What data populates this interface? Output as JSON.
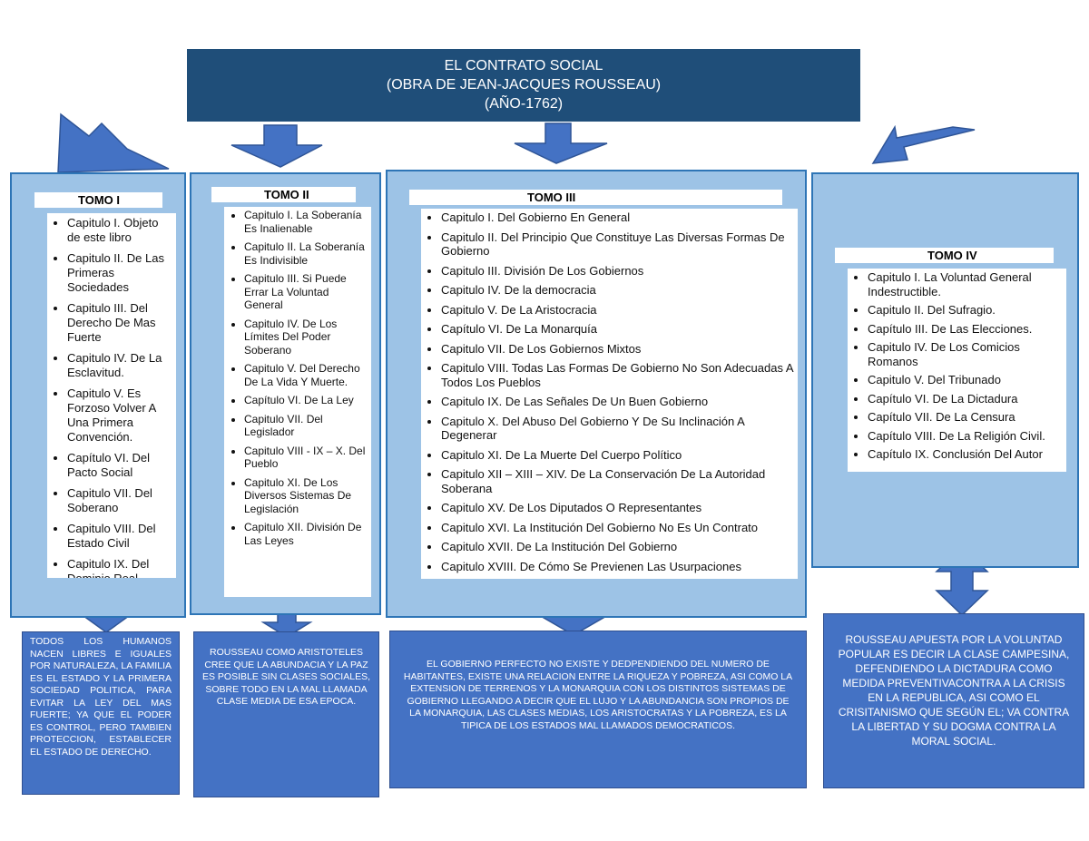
{
  "title": {
    "lines": [
      "EL CONTRATO SOCIAL",
      "(OBRA DE JEAN-JACQUES ROUSSEAU)",
      "(AÑO-1762)"
    ]
  },
  "tomos": [
    {
      "label": "TOMO I",
      "items": [
        "Capitulo I. Objeto de este libro",
        "Capitulo II. De Las Primeras Sociedades",
        "Capitulo III. Del Derecho De Mas Fuerte",
        "Capitulo IV. De La Esclavitud.",
        "Capitulo V. Es Forzoso Volver A Una Primera Convención.",
        "Capítulo VI. Del Pacto Social",
        "Capitulo VII. Del Soberano",
        "Capitulo VIII. Del Estado Civil",
        "Capitulo IX. Del Dominio Real"
      ]
    },
    {
      "label": "TOMO II",
      "items": [
        "Capitulo I. La Soberanía Es Inalienable",
        "Capitulo II. La Soberanía Es Indivisible",
        "Capitulo III. Si Puede Errar La Voluntad General",
        "Capitulo IV. De Los Límites Del Poder Soberano",
        "Capitulo V. Del Derecho De La Vida Y Muerte.",
        "Capítulo VI. De La Ley",
        "Capitulo VII. Del Legislador",
        "Capitulo VIII - IX – X. Del Pueblo",
        "Capitulo XI. De Los Diversos Sistemas De Legislación",
        "Capitulo XII. División De Las Leyes"
      ]
    },
    {
      "label": "TOMO III",
      "items": [
        "Capitulo I. Del Gobierno En General",
        "Capitulo II. Del Principio Que Constituye Las Diversas Formas De Gobierno",
        "Capitulo III. División De Los Gobiernos",
        "Capitulo IV. De la democracia",
        "Capitulo V. De La Aristocracia",
        "Capítulo VI. De La Monarquía",
        "Capitulo VII. De Los Gobiernos Mixtos",
        "Capitulo VIII. Todas Las Formas De Gobierno No Son Adecuadas A Todos Los Pueblos",
        "Capitulo IX. De Las Señales De Un Buen Gobierno",
        "Capitulo X. Del Abuso Del Gobierno Y De Su Inclinación A Degenerar",
        "Capitulo XI. De La Muerte Del Cuerpo Político",
        "Capitulo XII – XIII – XIV. De La Conservación De La Autoridad Soberana",
        "Capitulo XV. De Los Diputados O Representantes",
        "Capitulo XVI. La Institución Del Gobierno No Es Un Contrato",
        "Capitulo XVII. De La Institución Del Gobierno",
        "Capitulo XVIII. De Cómo Se Previenen Las Usurpaciones"
      ]
    },
    {
      "label": "TOMO IV",
      "items": [
        "Capitulo I. La Voluntad General Indestructible.",
        "Capitulo II. Del Sufragio.",
        "Capítulo III. De Las Elecciones.",
        "Capitulo IV. De Los Comicios Romanos",
        "Capitulo V. Del Tribunado",
        "Capítulo VI. De La Dictadura",
        "Capítulo VII. De La Censura",
        "Capítulo VIII. De La Religión Civil.",
        "Capítulo IX. Conclusión Del Autor"
      ]
    }
  ],
  "summaries": [
    "TODOS LOS HUMANOS NACEN LIBRES E IGUALES POR NATURALEZA, LA FAMILIA ES EL ESTADO Y LA PRIMERA SOCIEDAD POLITICA, PARA EVITAR LA LEY DEL MAS FUERTE; YA QUE EL PODER ES CONTROL, PERO TAMBIEN PROTECCION, ESTABLECER EL ESTADO DE DERECHO.",
    "ROUSSEAU COMO ARISTOTELES CREE QUE LA ABUNDACIA Y LA PAZ ES POSIBLE SIN CLASES SOCIALES, SOBRE TODO EN LA MAL LLAMADA CLASE MEDIA DE ESA EPOCA.",
    "EL GOBIERNO PERFECTO NO EXISTE Y DEDPENDIENDO DEL NUMERO DE HABITANTES, EXISTE UNA RELACION ENTRE LA RIQUEZA Y POBREZA, ASI COMO LA EXTENSION DE TERRENOS Y LA MONARQUIA CON LOS DISTINTOS SISTEMAS DE GOBIERNO LLEGANDO A DECIR QUE EL LUJO Y LA ABUNDANCIA SON PROPIOS DE LA MONARQUIA, LAS CLASES MEDIAS, LOS ARISTOCRATAS Y LA POBREZA, ES LA TIPICA DE LOS ESTADOS MAL LLAMADOS DEMOCRATICOS.",
    "ROUSSEAU APUESTA POR LA VOLUNTAD POPULAR ES DECIR LA CLASE CAMPESINA, DEFENDIENDO LA DICTADURA COMO MEDIDA PREVENTIVACONTRA A LA CRISIS EN LA REPUBLICA, ASI COMO EL CRISITANISMO QUE SEGÚN EL; VA CONTRA LA LIBERTAD Y SU DOGMA CONTRA LA MORAL SOCIAL."
  ],
  "colors": {
    "title_bg": "#1f4e79",
    "panel_bg": "#9dc3e6",
    "panel_border": "#2e75b6",
    "arrow_fill": "#4472c4",
    "summary_bg": "#4472c4"
  }
}
